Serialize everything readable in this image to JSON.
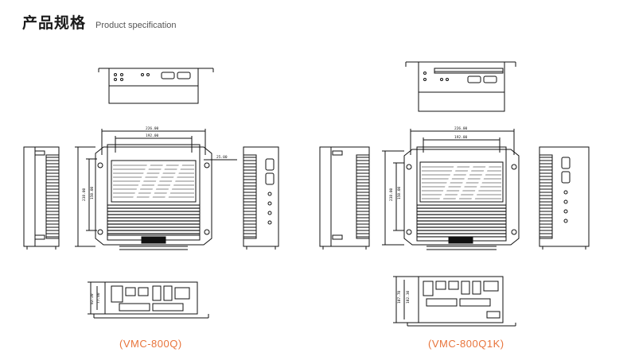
{
  "header": {
    "title": "产品规格",
    "subtitle": "Product specification"
  },
  "products": [
    {
      "caption": "(VMC-800Q)",
      "dims": {
        "width_outer": "226.00",
        "width_inner": "192.00",
        "height_outer": "238.00",
        "height_inner": "150.00",
        "depth": "25.00",
        "side_outer": "82.20",
        "side_inner": "77.80"
      }
    },
    {
      "caption": "(VMC-800Q1K)",
      "dims": {
        "width_outer": "226.00",
        "width_inner": "192.00",
        "height_outer": "238.00",
        "height_inner": "150.00",
        "side_outer": "107.70",
        "side_inner": "102.30"
      }
    }
  ],
  "colors": {
    "caption": "#e8743b",
    "line": "#111111"
  }
}
